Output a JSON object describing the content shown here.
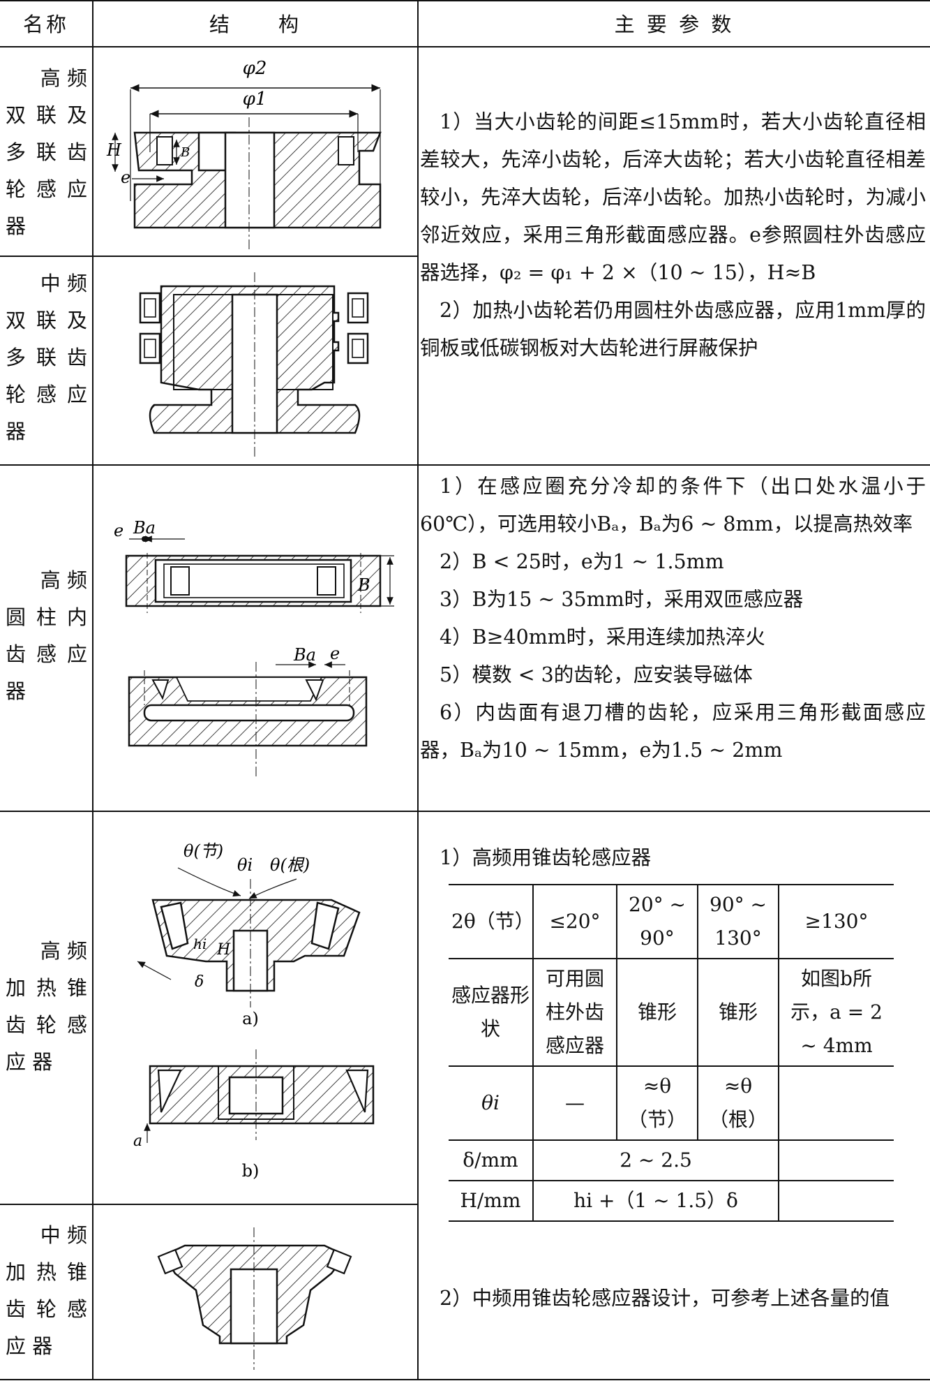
{
  "header": {
    "col1": "名称",
    "col2": "结　　构",
    "col3": "主 要 参 数"
  },
  "rows": {
    "r1_name": [
      "高 频",
      "双 联 及",
      "多 联 齿",
      "轮 感 应",
      "器"
    ],
    "r2_name": [
      "中 频",
      "双 联 及",
      "多 联 齿",
      "轮 感 应",
      "器"
    ],
    "r3_name": [
      "高 频",
      "圆 柱 内",
      "齿 感 应",
      "器"
    ],
    "r4_name": [
      "高 频",
      "加 热 锥",
      "齿 轮 感",
      "应 器"
    ],
    "r5_name": [
      "中 频",
      "加 热 锥",
      "齿 轮 感",
      "应 器"
    ]
  },
  "params": {
    "p1_1": "1）当大小齿轮的间距≤15mm时，若大小齿轮直径相差较大，先淬小齿轮，后淬大齿轮；若大小齿轮直径相差较小，先淬大齿轮，后淬小齿轮。加热小齿轮时，为减小邻近效应，采用三角形截面感应器。e参照圆柱外齿感应器选择，φ₂ = φ₁ + 2 ×（10 ~ 15），H≈B",
    "p1_2": "2）加热小齿轮若仍用圆柱外齿感应器，应用1mm厚的铜板或低碳钢板对大齿轮进行屏蔽保护",
    "p3_1": "1）在感应圈充分冷却的条件下（出口处水温小于60℃），可选用较小Bₐ，Bₐ为6 ~ 8mm，以提高热效率",
    "p3_2": "2）B < 25时，e为1 ~ 1.5mm",
    "p3_3": "3）B为15 ~ 35mm时，采用双匝感应器",
    "p3_4": "4）B≥40mm时，采用连续加热淬火",
    "p3_5": "5）模数 < 3的齿轮，应安装导磁体",
    "p3_6": "6）内齿面有退刀槽的齿轮，应采用三角形截面感应器，Bₐ为10 ~ 15mm，e为1.5 ~ 2mm",
    "p4_1": "1）高频用锥齿轮感应器",
    "p5_1": "2）中频用锥齿轮感应器设计，可参考上述各量的值"
  },
  "cone_table": {
    "r1": [
      "2θ（节）",
      "≤20°",
      "20° ~ 90°",
      "90° ~ 130°",
      "≥130°"
    ],
    "r2": [
      "感应器形状",
      "可用圆柱外齿感应器",
      "锥形",
      "锥形",
      "如图b所示，a = 2 ~ 4mm"
    ],
    "r3": [
      "θi",
      "—",
      "≈θ（节）",
      "≈θ（根）",
      ""
    ],
    "r4": [
      "δ/mm",
      "2 ~ 2.5",
      ""
    ],
    "r5": [
      "H/mm",
      "hi +（1 ~ 1.5）δ",
      ""
    ]
  },
  "figure_labels": {
    "f1": {
      "phi2": "φ2",
      "phi1": "φ1",
      "H": "H",
      "B": "B",
      "e": "e"
    },
    "f3": {
      "e": "e",
      "Ba": "Ba",
      "B": "B"
    },
    "f4": {
      "theta_pitch": "θ(节)",
      "theta_i": "θi",
      "theta_root": "θ(根)",
      "h": "hi",
      "H": "H",
      "delta": "δ",
      "cap_a": "a)",
      "cap_b": "b)",
      "a": "a"
    }
  }
}
